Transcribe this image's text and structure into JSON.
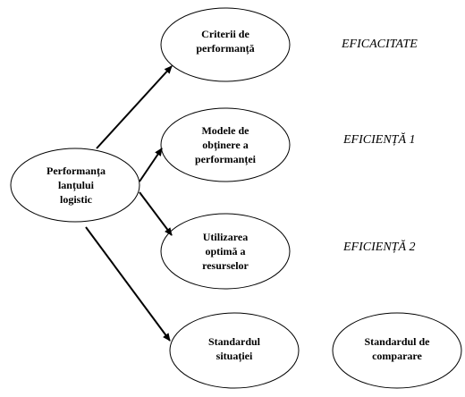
{
  "colors": {
    "stroke": "#000000",
    "background": "#ffffff"
  },
  "nodes": {
    "root": {
      "label": "Performanța\nlanțului\nlogistic"
    },
    "criterii": {
      "label": "Criterii de\nperformanță"
    },
    "modele": {
      "label": "Modele de\nobținere a\nperformanței"
    },
    "utilizarea": {
      "label": "Utilizarea\noptimă a\nresurselor"
    },
    "standard_situatiei": {
      "label": "Standardul\nsituației"
    },
    "standard_comparare": {
      "label": "Standardul de\ncomparare"
    }
  },
  "labels": {
    "eficacitate": "EFICACITATE",
    "eficienta1": "EFICIENȚĂ 1",
    "eficienta2": "EFICIENȚĂ 2"
  }
}
